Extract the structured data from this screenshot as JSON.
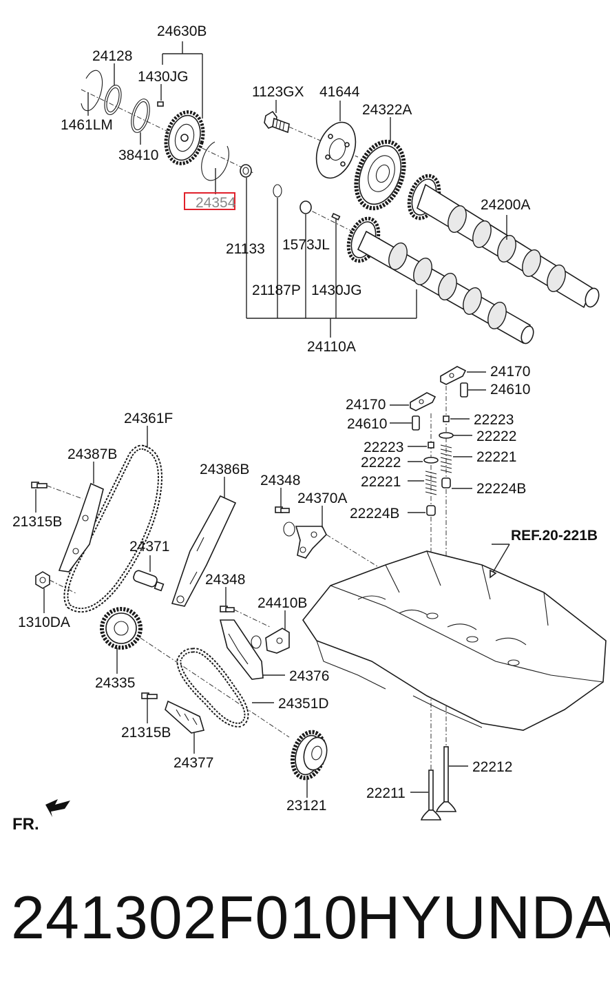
{
  "diagram": {
    "labels": {
      "l24630B": "24630B",
      "l24128": "24128",
      "l1430JG_a": "1430JG",
      "l1461LM": "1461LM",
      "l38410": "38410",
      "l24354": "24354",
      "l1123GX": "1123GX",
      "l41644": "41644",
      "l24322A": "24322A",
      "l24200A": "24200A",
      "l21133": "21133",
      "l1573JL": "1573JL",
      "l21187P": "21187P",
      "l1430JG_b": "1430JG",
      "l24110A": "24110A",
      "l24170_a": "24170",
      "l24610_a": "24610",
      "l24170_b": "24170",
      "l24610_b": "24610",
      "l22223_a": "22223",
      "l22222_a": "22222",
      "l22223_b": "22223",
      "l22222_b": "22222",
      "l22221_a": "22221",
      "l22221_b": "22221",
      "l22224B_a": "22224B",
      "l22224B_b": "22224B",
      "l24361F": "24361F",
      "l24387B": "24387B",
      "l24386B": "24386B",
      "l24348_a": "24348",
      "l24370A": "24370A",
      "l21315B_a": "21315B",
      "l24371": "24371",
      "l24348_b": "24348",
      "lREF": "REF.20-221B",
      "l1310DA": "1310DA",
      "l24410B": "24410B",
      "l24335": "24335",
      "l24376": "24376",
      "l24351D": "24351D",
      "l21315B_b": "21315B",
      "l24377": "24377",
      "l22212": "22212",
      "l22211": "22211",
      "l23121": "23121",
      "lFR": "FR."
    },
    "highlight_color": "#e0202a"
  },
  "caption": {
    "part_number": "241302F010",
    "brand": "HYUNDAI"
  }
}
